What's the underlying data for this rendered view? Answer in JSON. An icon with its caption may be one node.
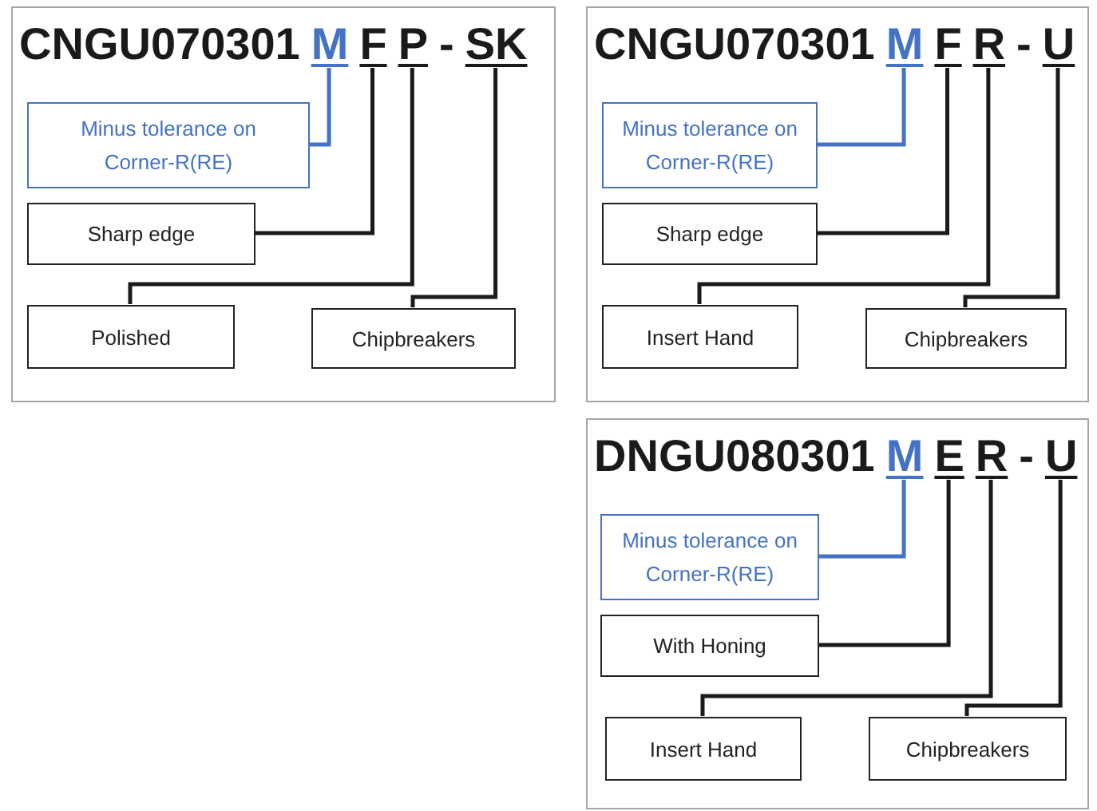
{
  "diagram": {
    "nodes": [
      {
        "text": [],
        "shape": "box"
      },
      {
        "text": [
          "M"
        ],
        "in": 0
      },
      {
        "text": [
          "F"
        ],
        "in": 0
      },
      {
        "text": [
          "P"
        ],
        "in": 0
      },
      {
        "text": [
          "SK"
        ],
        "in": 0
      },
      {
        "text": [
          "Minus tolerance on Corner-R(RE)"
        ],
        "in": 0
      },
      {
        "text": [
          "Sharp edge"
        ],
        "in": 0
      },
      {
        "text": [
          "Polished"
        ],
        "in": 0
      },
      {
        "text": [
          "Chipbreakers"
        ],
        "in": 0
      },
      {
        "text": [],
        "shape": "box"
      },
      {
        "text": [
          "M"
        ],
        "in": 9
      },
      {
        "text": [
          "F"
        ],
        "in": 9
      },
      {
        "text": [
          "R"
        ],
        "in": 9
      },
      {
        "text": [
          "U"
        ],
        "in": 9
      },
      {
        "text": [
          "Minus tolerance on Corner-R(RE)"
        ],
        "in": 9
      },
      {
        "text": [
          "Sharp edge"
        ],
        "in": 9
      },
      {
        "text": [
          "Insert Hand"
        ],
        "in": 9
      },
      {
        "text": [
          "Chipbreakers"
        ],
        "in": 9
      },
      {
        "text": [],
        "shape": "box"
      },
      {
        "text": [
          "M"
        ],
        "in": 18
      },
      {
        "text": [
          "E"
        ],
        "in": 18
      },
      {
        "text": [
          "R"
        ],
        "in": 18
      },
      {
        "text": [
          "U"
        ],
        "in": 18
      },
      {
        "text": [
          "Minus tolerance on Corner-R(RE)"
        ],
        "in": 18
      },
      {
        "text": [
          "With Honing"
        ],
        "in": 18
      },
      {
        "text": [
          "Insert Hand"
        ],
        "in": 18
      },
      {
        "text": [
          "Chipbreakers"
        ],
        "in": 18
      }
    ],
    "edges": [
      {
        "from": 1,
        "to": 5,
        "arrow": "none",
        "color": "#4472c4"
      },
      {
        "from": 2,
        "to": 6,
        "arrow": "none"
      },
      {
        "from": 3,
        "to": 7,
        "arrow": "none"
      },
      {
        "from": 4,
        "to": 8,
        "arrow": "none"
      },
      {
        "from": 10,
        "to": 14,
        "arrow": "none",
        "color": "#4472c4"
      },
      {
        "from": 11,
        "to": 15,
        "arrow": "none"
      },
      {
        "from": 12,
        "to": 16,
        "arrow": "none"
      },
      {
        "from": 13,
        "to": 17,
        "arrow": "none"
      },
      {
        "from": 19,
        "to": 23,
        "arrow": "none",
        "color": "#4472c4"
      },
      {
        "from": 20,
        "to": 24,
        "arrow": "none"
      },
      {
        "from": 21,
        "to": 25,
        "arrow": "none"
      },
      {
        "from": 22,
        "to": 26,
        "arrow": "none"
      }
    ],
    "labels": [
      "CNGU070301",
      "-",
      "CNGU070301",
      "-",
      "DNGU080301",
      "-"
    ]
  }
}
